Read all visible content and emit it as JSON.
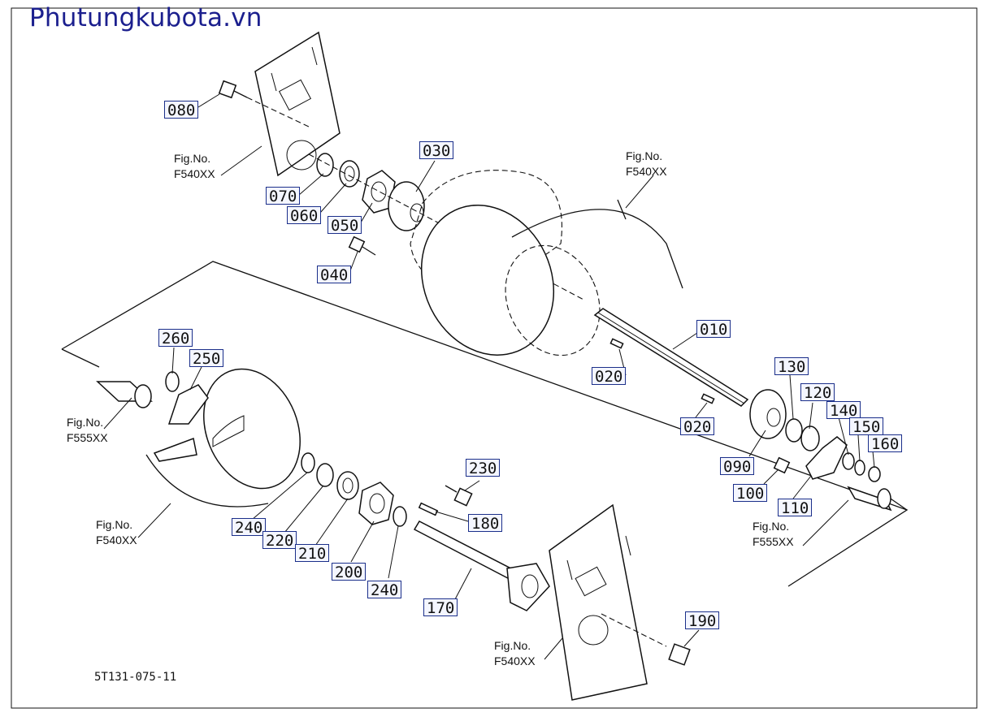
{
  "watermark": "Phutungkubota.vn",
  "diagram_code": "5T131-075-11",
  "part_labels": {
    "p010": "010",
    "p020a": "020",
    "p020b": "020",
    "p030": "030",
    "p040": "040",
    "p050": "050",
    "p060": "060",
    "p070": "070",
    "p080": "080",
    "p090": "090",
    "p100": "100",
    "p110": "110",
    "p120": "120",
    "p130": "130",
    "p140": "140",
    "p150": "150",
    "p160": "160",
    "p170": "170",
    "p180": "180",
    "p190": "190",
    "p200": "200",
    "p210": "210",
    "p220": "220",
    "p230": "230",
    "p240a": "240",
    "p240b": "240",
    "p250": "250",
    "p260": "260"
  },
  "fig_refs": {
    "f1": {
      "line1": "Fig.No.",
      "line2": "F540XX"
    },
    "f2": {
      "line1": "Fig.No.",
      "line2": "F540XX"
    },
    "f3": {
      "line1": "Fig.No.",
      "line2": "F555XX"
    },
    "f4": {
      "line1": "Fig.No.",
      "line2": "F540XX"
    },
    "f5": {
      "line1": "Fig.No.",
      "line2": "F555XX"
    },
    "f6": {
      "line1": "Fig.No.",
      "line2": "F540XX"
    }
  }
}
